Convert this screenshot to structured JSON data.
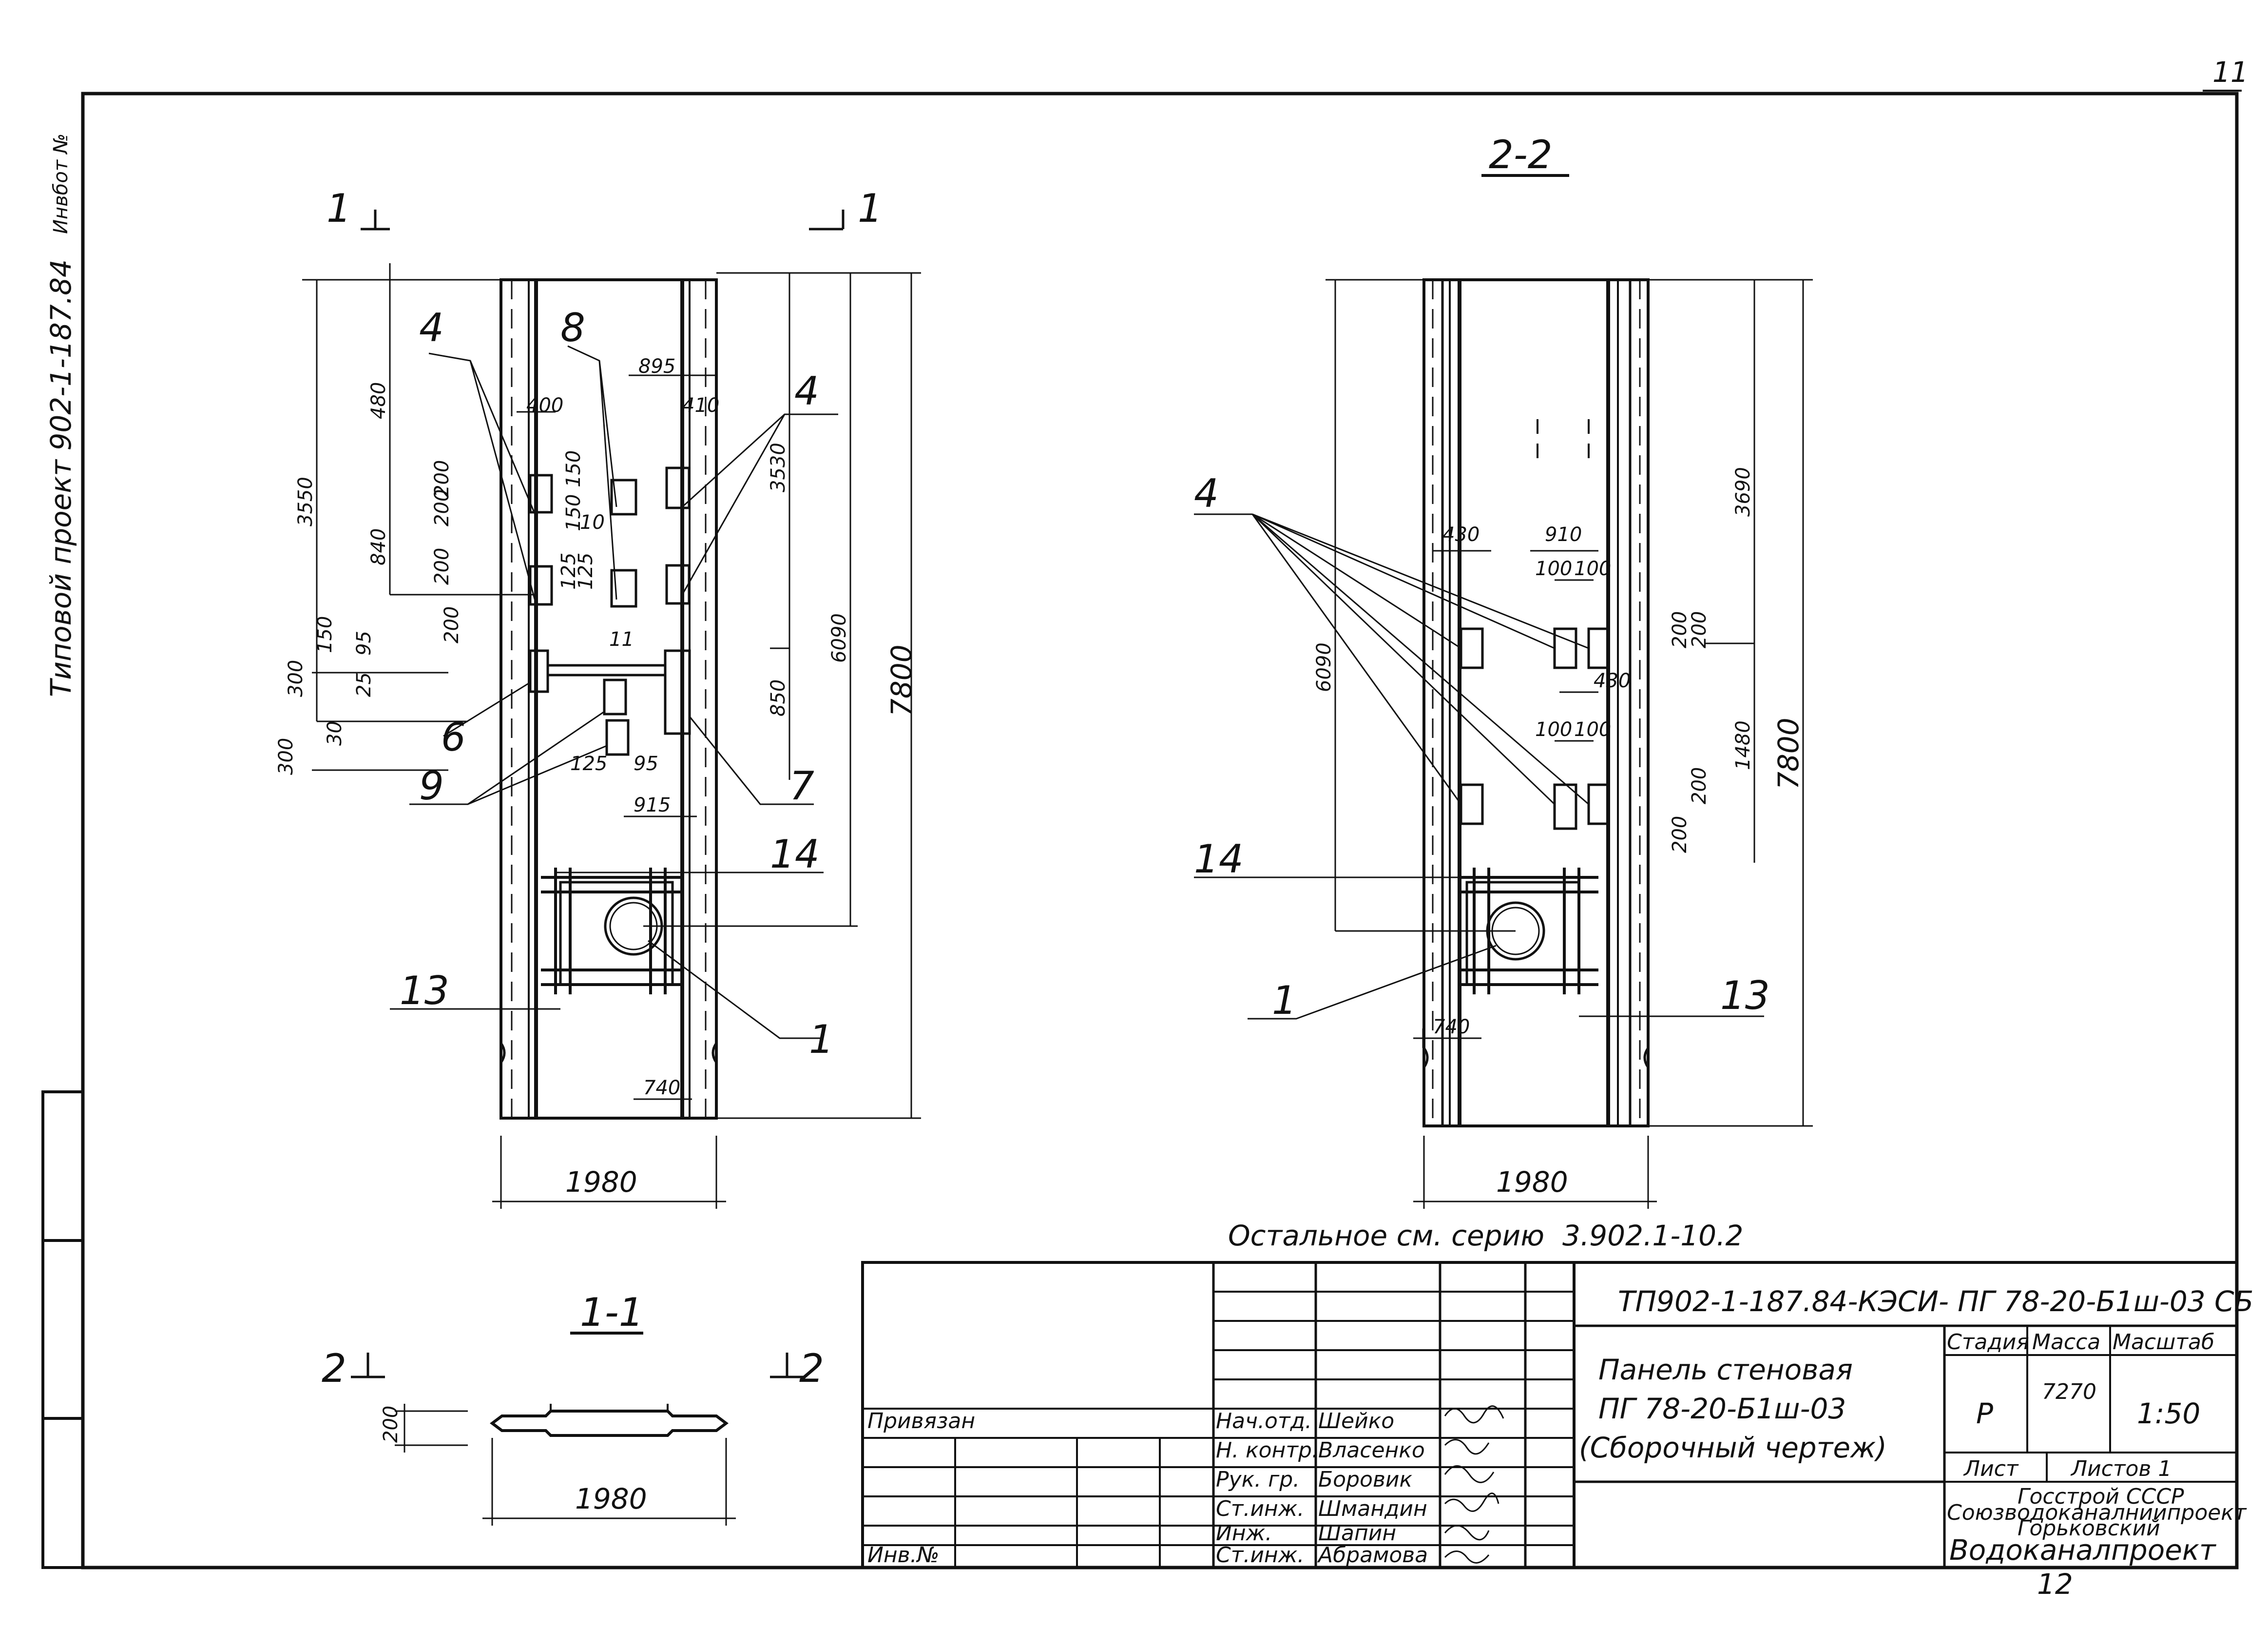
{
  "sheet_number": "11",
  "margin_notes": {
    "top": "Инвбот №",
    "project": "Типовой проект 902-1-187.84"
  },
  "views": {
    "section_1_1_left_marker": "1",
    "section_1_1_right_marker": "1",
    "section_2_2_title": "2-2",
    "section_1_1_title": "1-1",
    "section_2_left_marker": "2",
    "section_2_right_marker": "2"
  },
  "left_view": {
    "width": "1980",
    "overall_height": "7800",
    "dims_left": [
      "3550",
      "480",
      "200",
      "200",
      "840",
      "200",
      "200",
      "150",
      "300",
      "300",
      "95",
      "25",
      "30"
    ],
    "dims_right": [
      "3530",
      "6090",
      "850"
    ],
    "dims_top": [
      "895",
      "400",
      "410"
    ],
    "dims_inner": [
      "150",
      "150",
      "10",
      "125",
      "125",
      "125",
      "95",
      "915",
      "740"
    ],
    "callouts": [
      "4",
      "8",
      "4",
      "11",
      "6",
      "9",
      "7",
      "14",
      "13",
      "1"
    ]
  },
  "right_view": {
    "width": "1980",
    "overall_height": "7800",
    "dims_left": [
      "6090"
    ],
    "dims_right": [
      "3690",
      "1480"
    ],
    "dims_inner": [
      "430",
      "910",
      "100",
      "100",
      "200",
      "200",
      "430",
      "100",
      "100",
      "200",
      "200",
      "740"
    ],
    "callouts": [
      "4",
      "14",
      "1",
      "13"
    ]
  },
  "section_1_1": {
    "thickness": "200",
    "width": "1980"
  },
  "reference_note": "Остальное см. серию  3.902.1-10.2",
  "title_block": {
    "code": "ТП902-1-187.84-КЭСИ- ПГ 78-20-Б1ш-03 СБ",
    "name_line1": "Панель стеновая",
    "name_line2": "ПГ 78-20-Б1ш-03",
    "name_line3": "(Сборочный чертеж)",
    "col_stage": "Стадия",
    "col_mass": "Масса",
    "col_scale": "Масштаб",
    "stage": "Р",
    "mass": "7270",
    "scale": "1:50",
    "sheet_label": "Лист",
    "sheets_label": "Листов 1",
    "org_line1": "Госстрой СССР",
    "org_line2": "Союзводоканалниипроект",
    "org_line3": "Горьковский",
    "org_line4": "Водоканалпроект",
    "privyazan": "Привязан",
    "inv_no": "Инв.№",
    "roles": [
      "Нач.отд.",
      "Н. контр.",
      "Рук. гр.",
      "Ст.инж.",
      "Инж.",
      "Ст.инж."
    ],
    "names": [
      "Шейко",
      "Власенко",
      "Боровик",
      "Шмандин",
      "Шапин",
      "Абрамова"
    ],
    "page_number": "12"
  }
}
